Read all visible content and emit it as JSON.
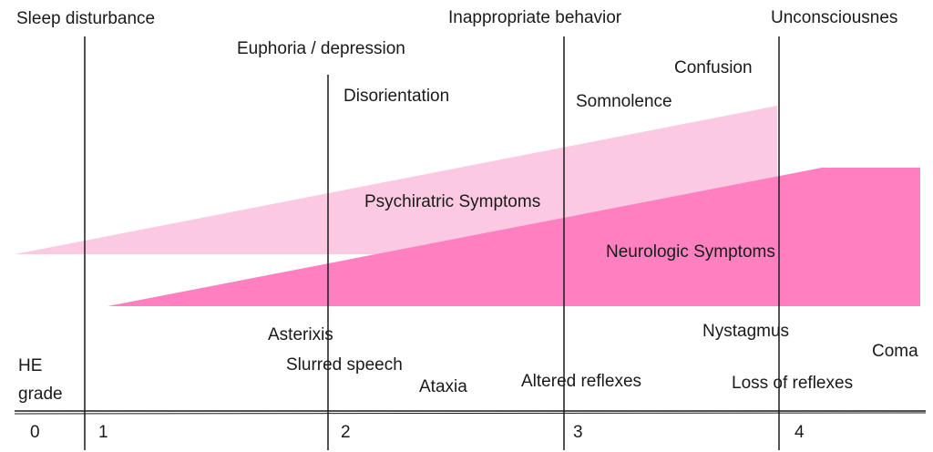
{
  "colors": {
    "psychiatric_band": "#fcc9e2",
    "neurologic_band": "#ff80c0",
    "line": "#1a1a1a",
    "text": "#1a1a1a"
  },
  "axis": {
    "title_line1": "HE",
    "title_line2": "grade",
    "grades": [
      "0",
      "1",
      "2",
      "3",
      "4"
    ]
  },
  "bands": {
    "psychiatric": "Psychiratric Symptoms",
    "neurologic": "Neurologic Symptoms"
  },
  "psychiatric_symptoms": {
    "sleep_disturbance": "Sleep disturbance",
    "euphoria_depression": "Euphoria / depression",
    "disorientation": "Disorientation",
    "inappropriate_behavior": "Inappropriate behavior",
    "somnolence": "Somnolence",
    "confusion": "Confusion",
    "unconsciousness": "Unconsciousnes"
  },
  "neurologic_symptoms": {
    "asterixis": "Asterixis",
    "slurred_speech": "Slurred speech",
    "ataxia": "Ataxia",
    "altered_reflexes": "Altered reflexes",
    "nystagmus": "Nystagmus",
    "loss_of_reflexes": "Loss of reflexes",
    "coma": "Coma"
  }
}
